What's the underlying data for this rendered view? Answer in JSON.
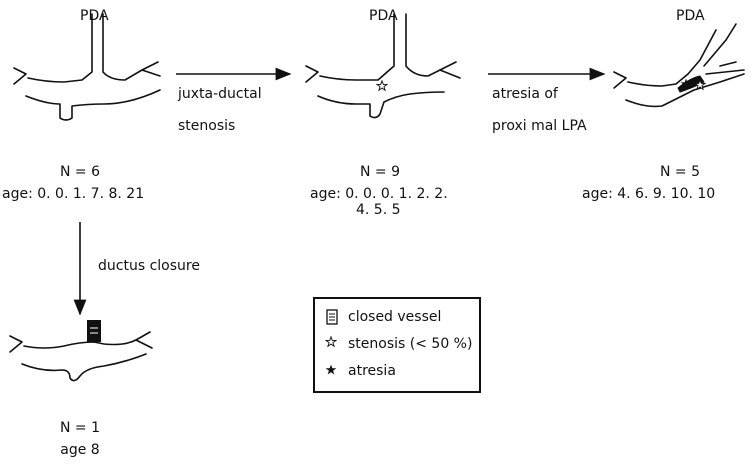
{
  "stages": [
    {
      "pda_label": "PDA",
      "n": "N = 6",
      "age_lines": [
        "age: 0. 0. 1. 7. 8. 21"
      ]
    },
    {
      "pda_label": "PDA",
      "n": "N = 9",
      "age_lines": [
        "age: 0. 0. 0. 1. 2. 2.",
        "4. 5. 5"
      ]
    },
    {
      "pda_label": "PDA",
      "n": "N = 5",
      "age_lines": [
        "age: 4. 6. 9. 10. 10"
      ]
    },
    {
      "pda_label": "",
      "n": "N = 1",
      "age_lines": [
        "age 8"
      ]
    }
  ],
  "transitions": [
    {
      "lines": [
        "juxta-ductal",
        "stenosis"
      ]
    },
    {
      "lines": [
        "atresia of",
        "proxi mal LPA"
      ]
    },
    {
      "lines": [
        "ductus closure"
      ]
    }
  ],
  "legend": {
    "items": [
      {
        "symbol": "closed-vessel",
        "label": "closed vessel"
      },
      {
        "symbol": "open-star",
        "label": "stenosis (< 50 %)"
      },
      {
        "symbol": "filled-star",
        "label": "atresia"
      }
    ]
  }
}
